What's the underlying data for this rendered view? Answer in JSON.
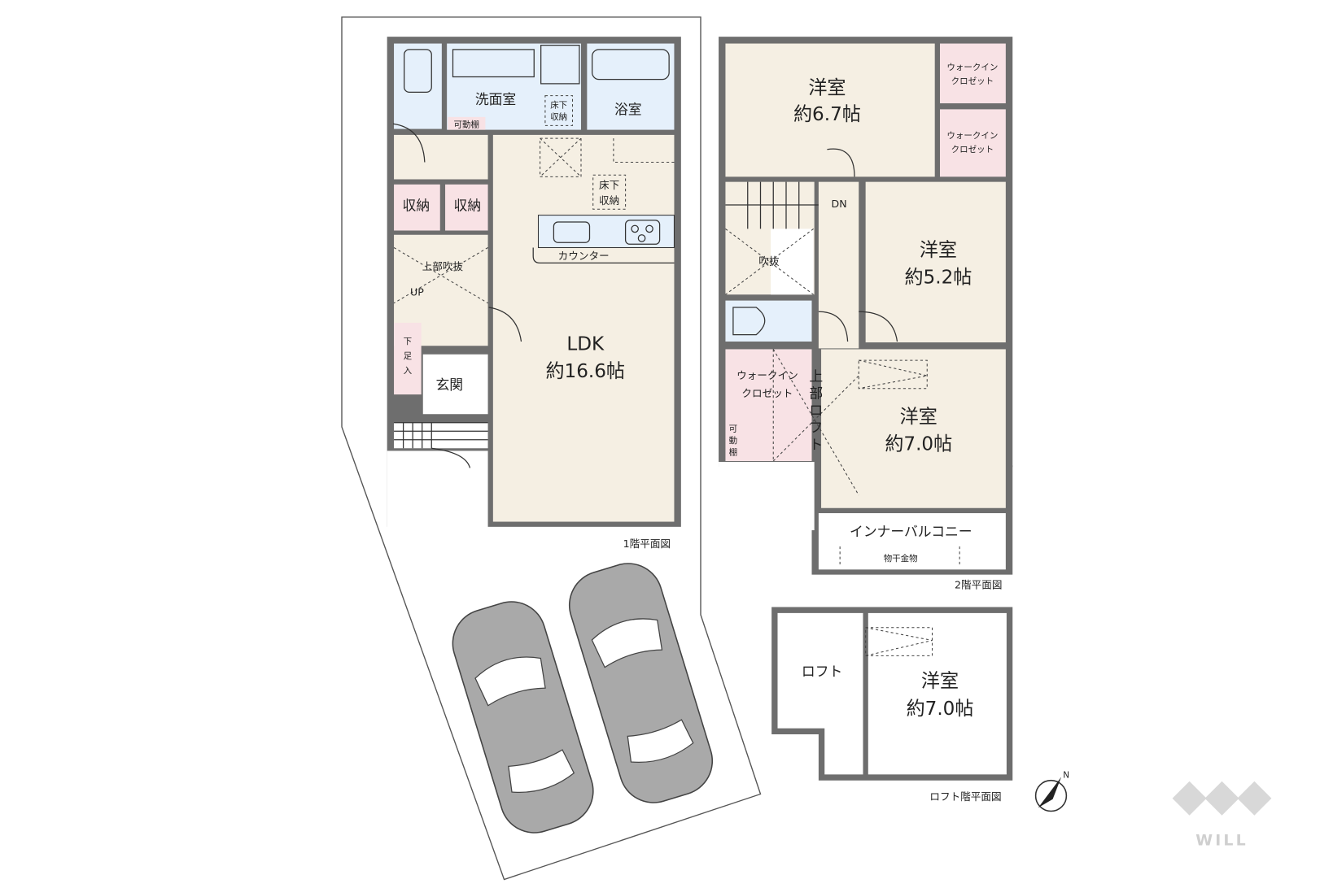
{
  "floor1": {
    "caption": "1階平面図",
    "rooms": {
      "washroom": "洗面室",
      "bathroom": "浴室",
      "underfloor_storage_1": [
        "床下",
        "収納"
      ],
      "underfloor_storage_2": [
        "床下",
        "収納"
      ],
      "movable_shelf": "可動棚",
      "storage_1": "収納",
      "storage_2": "収納",
      "counter": "カウンター",
      "void_above": "上部吹抜",
      "up": "UP",
      "shoe_storage": [
        "下",
        "足",
        "入"
      ],
      "entrance": "玄関",
      "ldk_name": "LDK",
      "ldk_size": "約16.6帖"
    }
  },
  "floor2": {
    "caption": "2階平面図",
    "rooms": {
      "room_a_name": "洋室",
      "room_a_size": "約6.7帖",
      "wic_1": [
        "ウォークイン",
        "クロゼット"
      ],
      "wic_2": [
        "ウォークイン",
        "クロゼット"
      ],
      "dn": "DN",
      "void": "吹抜",
      "room_b_name": "洋室",
      "room_b_size": "約5.2帖",
      "wic_3": [
        "ウォークイン",
        "クロゼット"
      ],
      "movable_shelf": [
        "可",
        "動",
        "棚"
      ],
      "loft_above": [
        "上",
        "部",
        "ロ",
        "フ",
        "ト"
      ],
      "room_c_name": "洋室",
      "room_c_size": "約7.0帖",
      "balcony": "インナーバルコニー",
      "drying_hardware": "物干金物"
    }
  },
  "loft": {
    "caption": "ロフト階平面図",
    "loft_label": "ロフト",
    "room_name": "洋室",
    "room_size": "約7.0帖"
  },
  "compass": {
    "label": "N"
  },
  "logo": {
    "text": "WILL"
  }
}
